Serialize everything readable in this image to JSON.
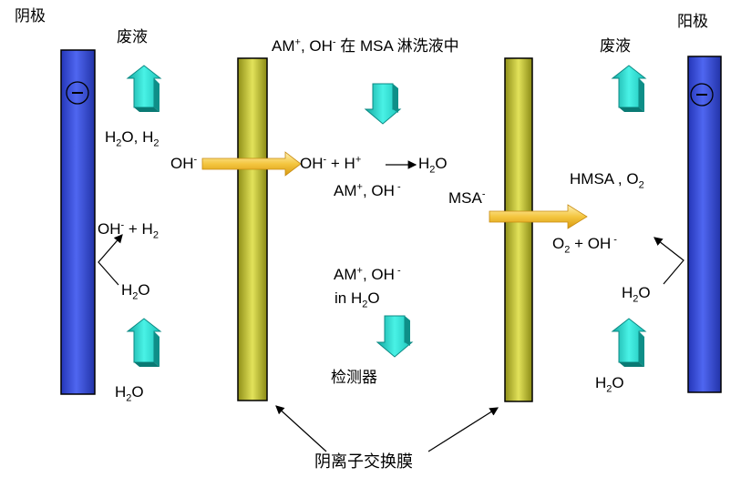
{
  "labels": {
    "cathode": "阴极",
    "anode": "阳极",
    "waste_left": "废液",
    "waste_right": "废液",
    "eluent_top_a": "AM",
    "eluent_top_b": ", OH",
    "eluent_top_c": " 在 MSA 淋洗液中",
    "cathode_gas_a": "H",
    "cathode_gas_b": "O, H",
    "oh_migrating": "OH",
    "neutral_a": "OH",
    "neutral_b": " + H",
    "neutral_c": "H",
    "neutral_d": "O",
    "am_oh_mid_a": "AM",
    "am_oh_mid_b": ", OH",
    "msa_migrating": "MSA",
    "anode_products_a": "HMSA , O",
    "cathode_rxn_a": "OH",
    "cathode_rxn_b": " + H",
    "cathode_water_a": "H",
    "cathode_water_b": "O",
    "anode_rxn_a": "O",
    "anode_rxn_b": " + OH",
    "anode_water_a": "H",
    "anode_water_b": "O",
    "am_oh_in_a": "AM",
    "am_oh_in_b": ", OH",
    "am_oh_in_c": "in  H",
    "am_oh_in_d": "O",
    "detector": "检测器",
    "water_in_left_a": "H",
    "water_in_left_b": "O",
    "water_in_right_a": "H",
    "water_in_right_b": "O",
    "membrane": "阴离子交换膜",
    "plus": "+",
    "minus": "-",
    "two": "2",
    "electrode_sign": "–"
  },
  "colors": {
    "electrode": "#3a4fd6",
    "membrane": "#cfcf3c",
    "flow_arrow": "#2fe0d6",
    "migration_arrow": "#f0c020"
  }
}
